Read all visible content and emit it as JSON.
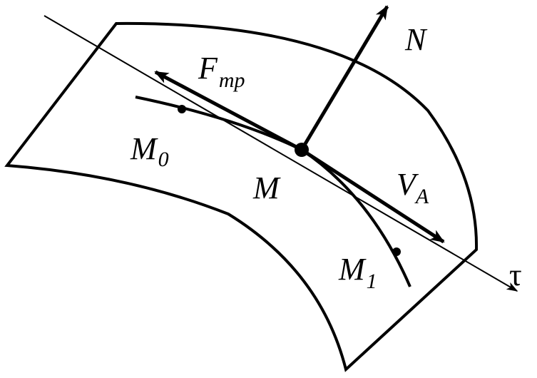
{
  "labels": {
    "N": "N",
    "F_main": "F",
    "F_sub": "mp",
    "M0_main": "M",
    "M0_sub": "0",
    "M": "M",
    "VA_main": "V",
    "VA_sub": "A",
    "M1_main": "M",
    "M1_sub": "1",
    "tau": "τ"
  },
  "colors": {
    "ink": "#000000",
    "background": "#ffffff"
  }
}
